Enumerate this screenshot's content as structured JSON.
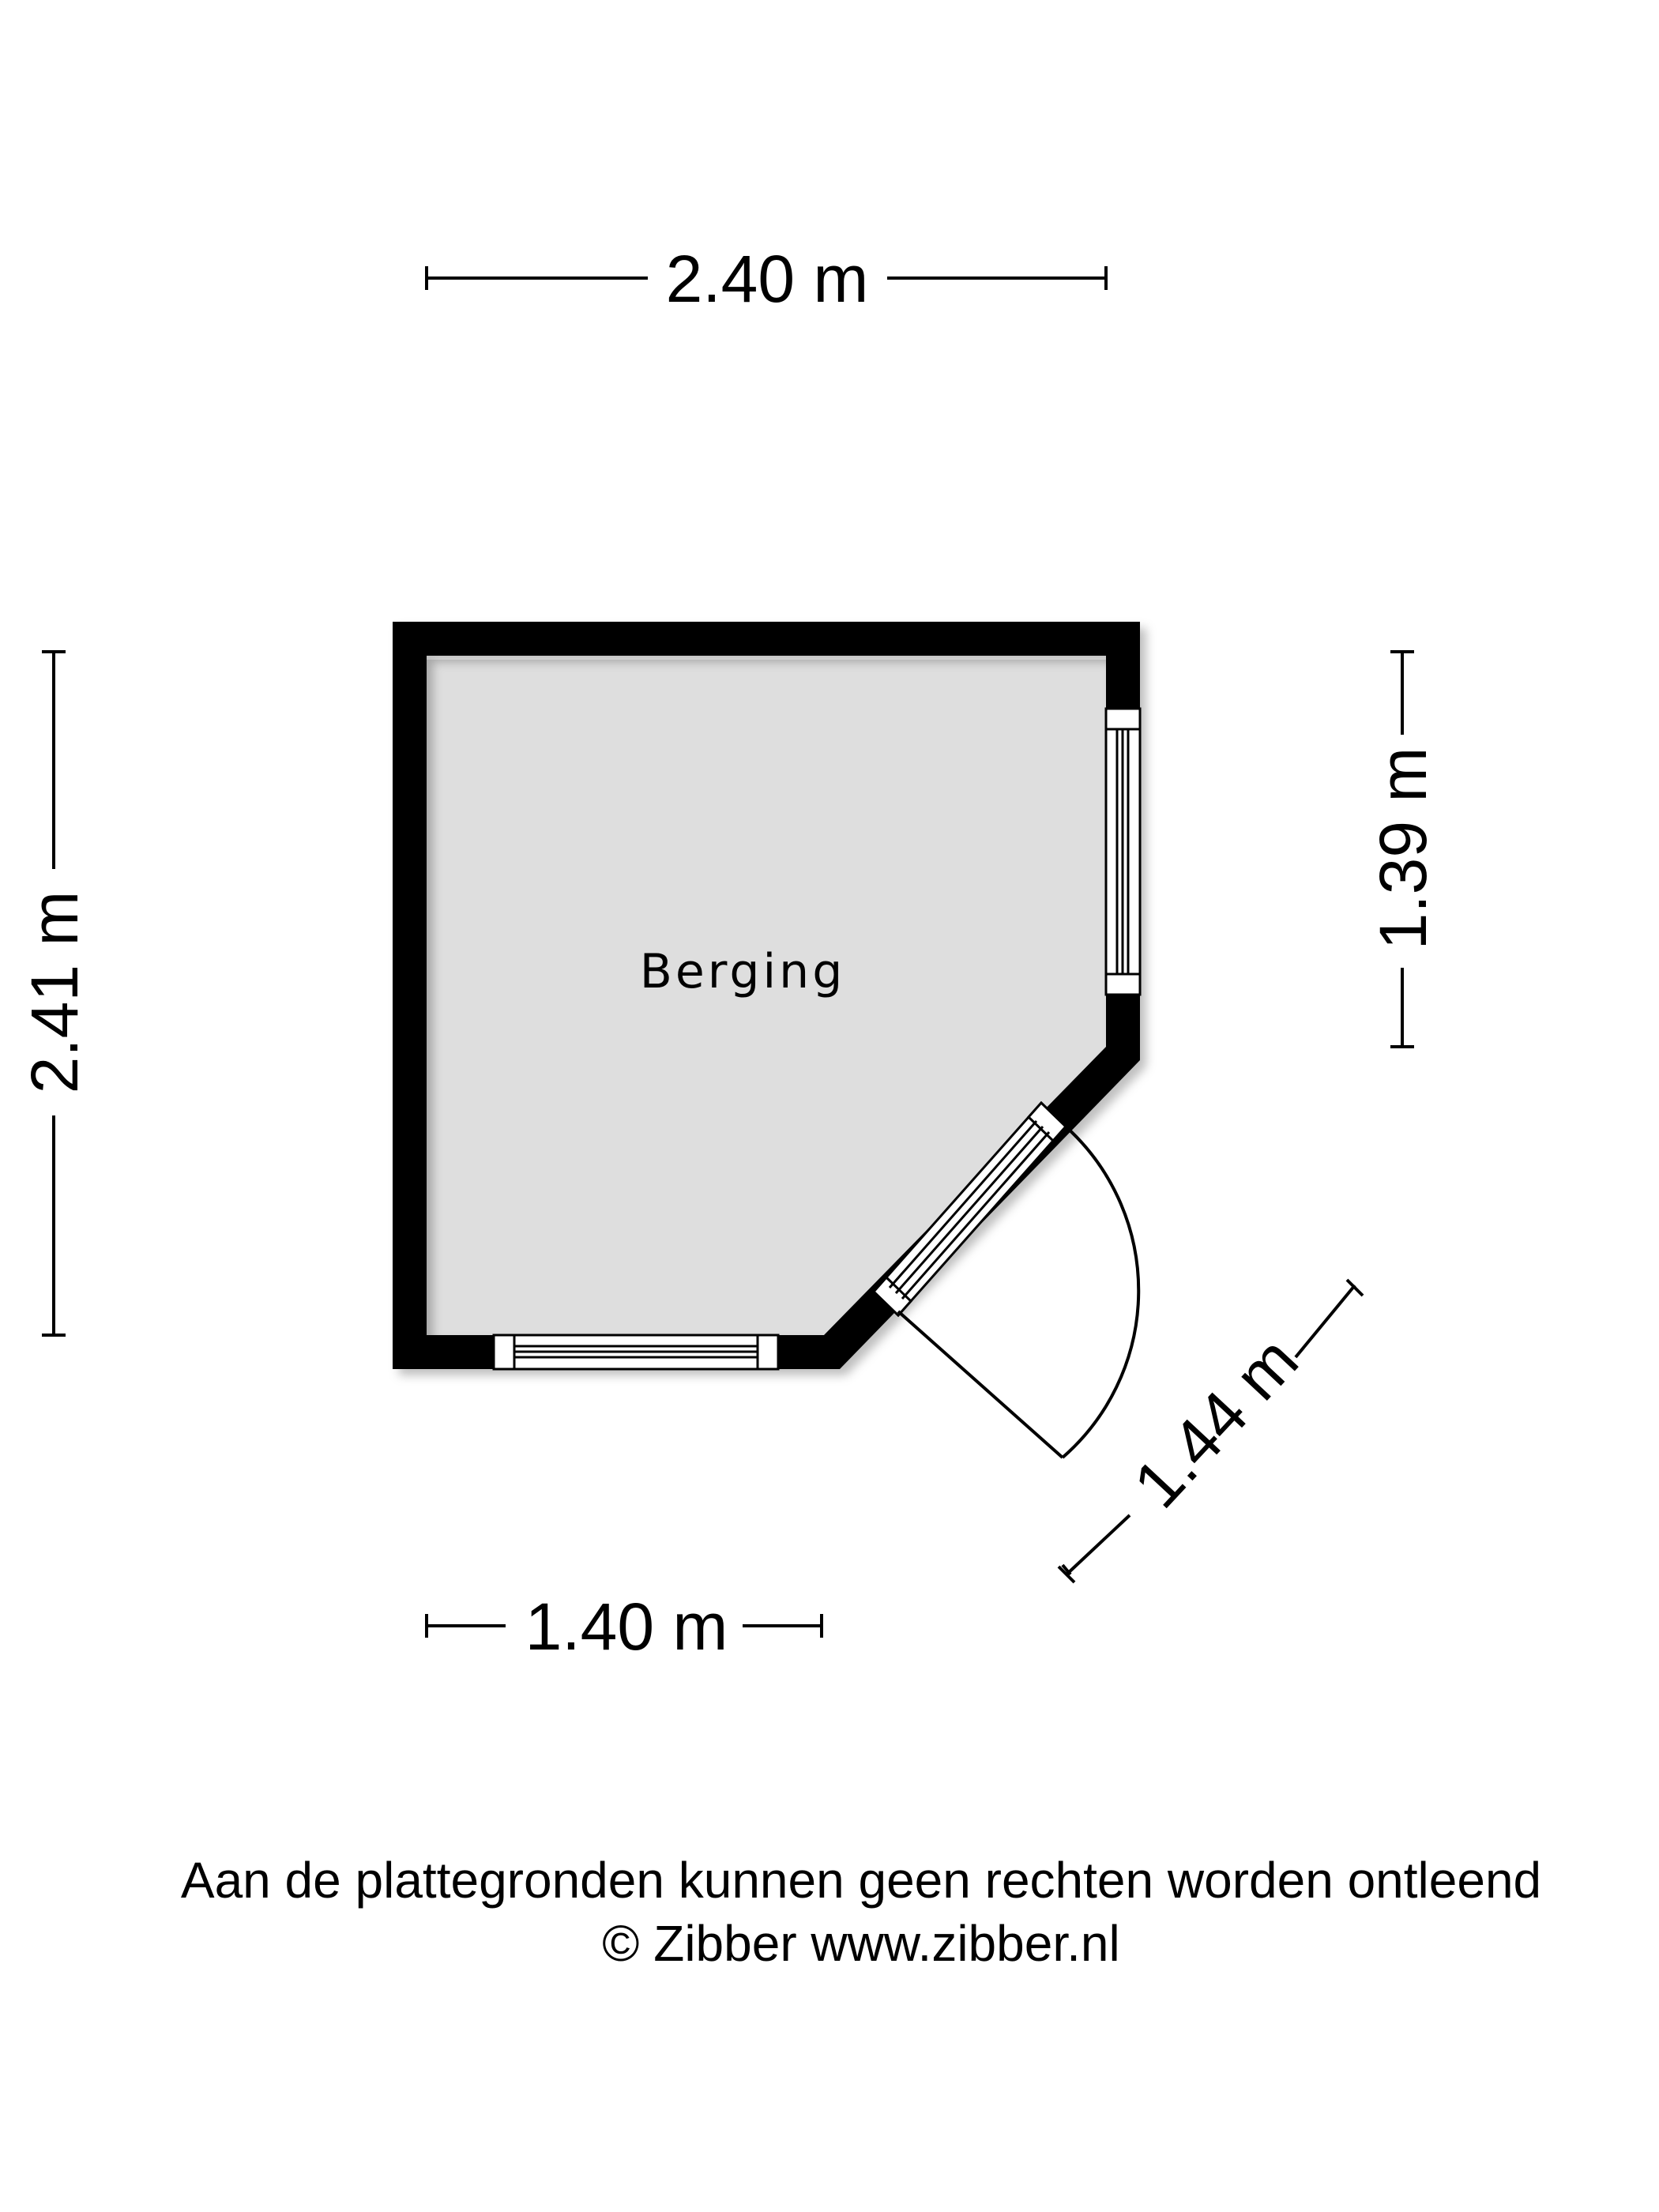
{
  "room": {
    "name": "Berging"
  },
  "dimensions": {
    "top_width": "2.40 m",
    "left_height": "2.41 m",
    "right_height": "1.39 m",
    "bottom_width": "1.40 m",
    "diagonal": "1.44 m"
  },
  "footer": {
    "disclaimer": "Aan de plattegronden kunnen geen rechten worden ontleend",
    "copyright": "© Zibber www.zibber.nl"
  },
  "colors": {
    "wall": "#000000",
    "floor": "#dedede",
    "window_fill": "#ffffff"
  }
}
